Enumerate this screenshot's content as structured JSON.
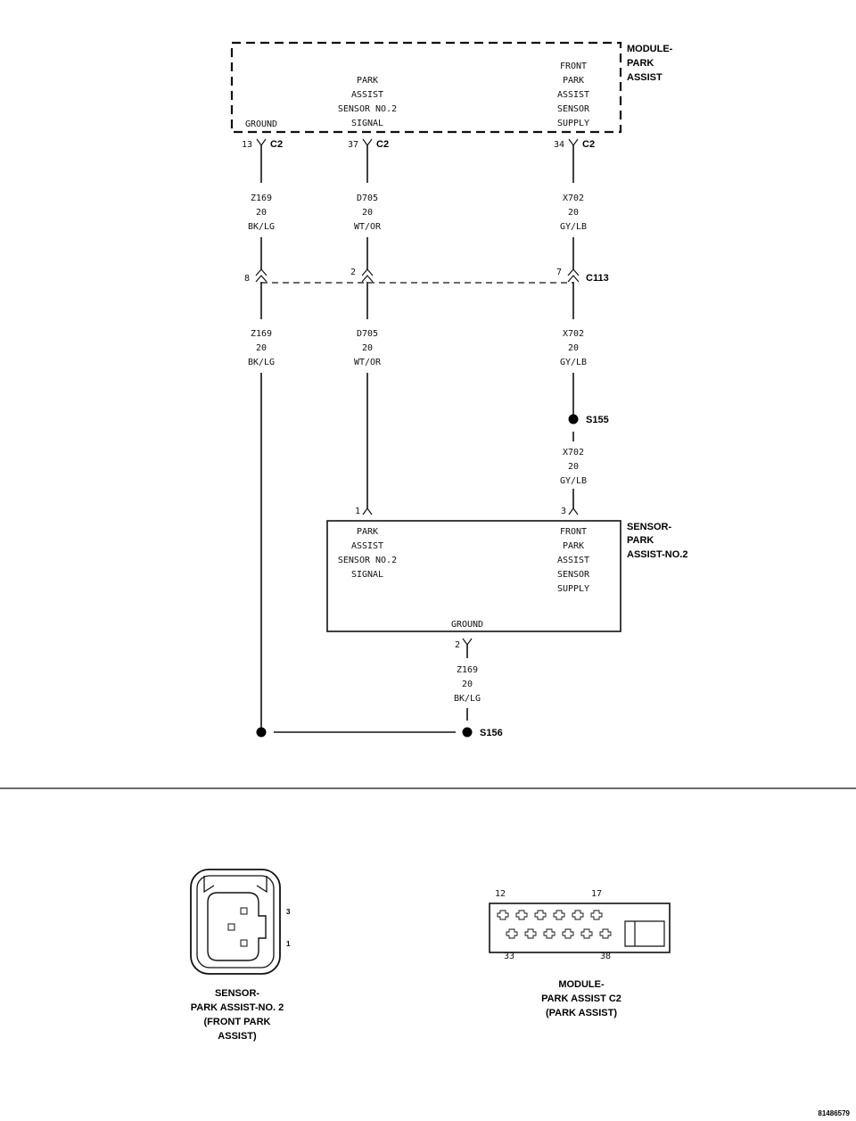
{
  "module": {
    "name_lines": [
      "MODULE-",
      "PARK",
      "ASSIST"
    ],
    "pin_ground": {
      "label": [
        "GROUND"
      ],
      "pin": "13",
      "conn": "C2"
    },
    "pin_signal": {
      "label": [
        "PARK",
        "ASSIST",
        "SENSOR NO.2",
        "SIGNAL"
      ],
      "pin": "37",
      "conn": "C2"
    },
    "pin_supply": {
      "label": [
        "FRONT",
        "PARK",
        "ASSIST",
        "SENSOR",
        "SUPPLY"
      ],
      "pin": "34",
      "conn": "C2"
    }
  },
  "wires": {
    "w1_upper": [
      "Z169",
      "20",
      "BK/LG"
    ],
    "w2_upper": [
      "D705",
      "20",
      "WT/OR"
    ],
    "w3_upper": [
      "X702",
      "20",
      "GY/LB"
    ],
    "w1_lower": [
      "Z169",
      "20",
      "BK/LG"
    ],
    "w2_lower": [
      "D705",
      "20",
      "WT/OR"
    ],
    "w3_lower": [
      "X702",
      "20",
      "GY/LB"
    ],
    "w3_sensor": [
      "X702",
      "20",
      "GY/LB"
    ],
    "w_ground": [
      "Z169",
      "20",
      "BK/LG"
    ]
  },
  "c113": {
    "label": "C113",
    "pin1": "8",
    "pin2": "2",
    "pin3": "7"
  },
  "splices": {
    "s155": "S155",
    "s156": "S156"
  },
  "sensor": {
    "name_lines": [
      "SENSOR-",
      "PARK",
      "ASSIST-NO.2"
    ],
    "pin_signal": {
      "label": [
        "PARK",
        "ASSIST",
        "SENSOR NO.2",
        "SIGNAL"
      ],
      "pin": "1"
    },
    "pin_supply": {
      "label": [
        "FRONT",
        "PARK",
        "ASSIST",
        "SENSOR",
        "SUPPLY"
      ],
      "pin": "3"
    },
    "pin_ground": {
      "label": "GROUND",
      "pin": "2"
    }
  },
  "connector_views": {
    "sensor": {
      "pin_a": "3",
      "pin_b": "1",
      "caption": [
        "SENSOR-",
        "PARK ASSIST-NO. 2",
        "(FRONT PARK",
        "ASSIST)"
      ]
    },
    "module": {
      "top_left": "12",
      "top_right": "17",
      "bottom_left": "33",
      "bottom_right": "38",
      "caption": [
        "MODULE-",
        "PARK ASSIST C2",
        "(PARK ASSIST)"
      ]
    }
  },
  "figure_id": "81486579"
}
